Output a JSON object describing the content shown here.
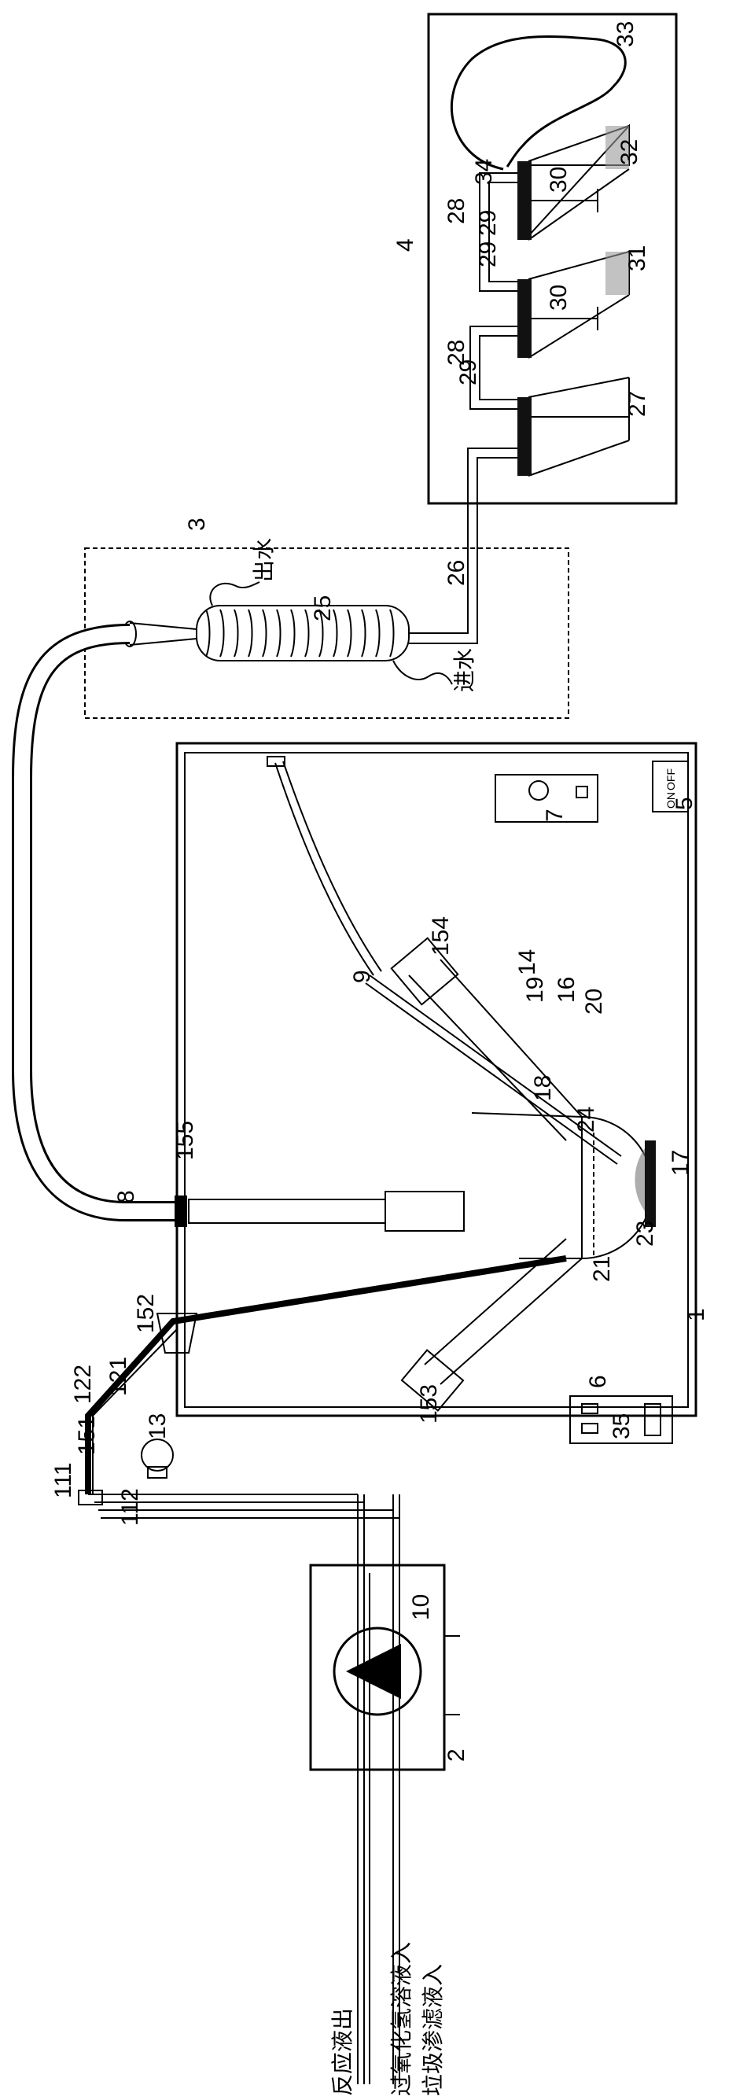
{
  "labels": {
    "l1": "1",
    "l2": "2",
    "l3": "3",
    "l4": "4",
    "l5": "5",
    "l6": "6",
    "l7": "7",
    "l8": "8",
    "l9": "9",
    "l10": "10",
    "l13": "13",
    "l14": "14",
    "l16": "16",
    "l17": "17",
    "l18": "18",
    "l19": "19",
    "l20": "20",
    "l21": "21",
    "l23": "23",
    "l24": "24",
    "l25": "25",
    "l26": "26",
    "l27": "27",
    "l28a": "28",
    "l28b": "28",
    "l29a": "29",
    "l29b": "29",
    "l29c": "29",
    "l30a": "30",
    "l30b": "30",
    "l31": "31",
    "l32": "32",
    "l33": "33",
    "l34": "34",
    "l35": "35",
    "l111": "111",
    "l112": "112",
    "l121": "121",
    "l122": "122",
    "l151": "151",
    "l152": "152",
    "l153": "153",
    "l154": "154",
    "l155": "155"
  },
  "annotations": {
    "water_out": "出水",
    "water_in": "进水",
    "reaction_out": "反应液出",
    "h2o2_in": "过氧化氢溶液入",
    "leachate_in": "垃圾渗滤液入"
  },
  "switch": {
    "on": "ON",
    "off": "OFF"
  }
}
